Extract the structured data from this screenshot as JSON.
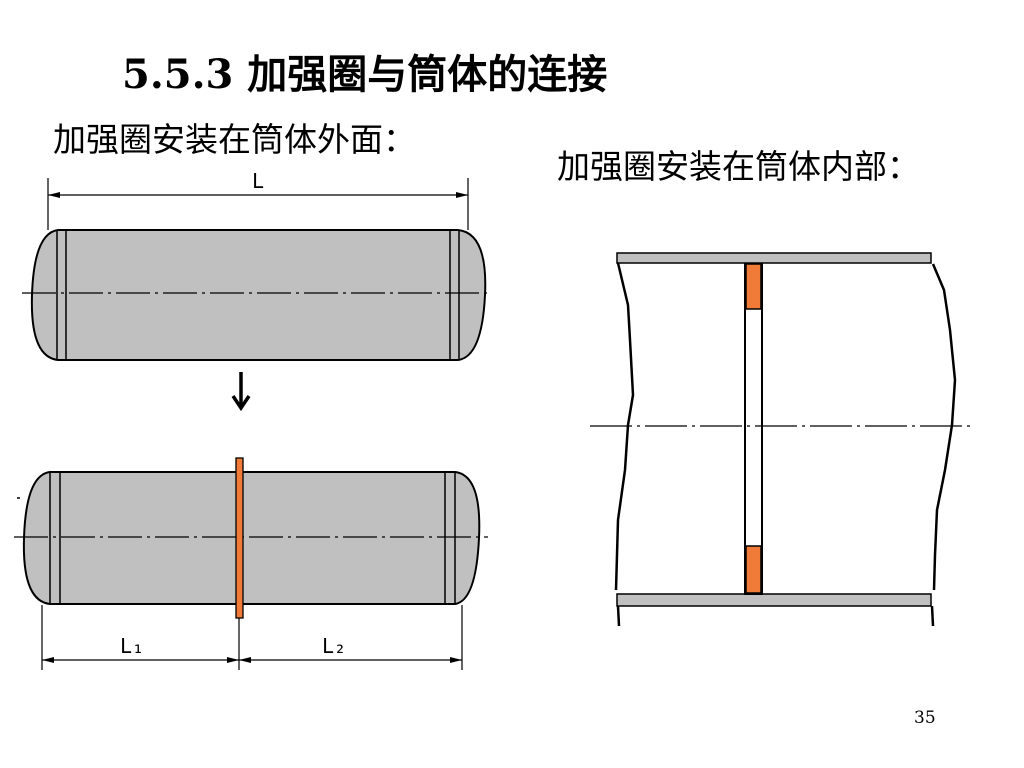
{
  "slide": {
    "title": "5.5.3  加强圈与筒体的连接",
    "caption_outside": "加强圈安装在筒体外面：",
    "caption_inside": "加强圈安装在筒体内部：",
    "page_number": "35"
  },
  "diagram": {
    "vessel_top": {
      "dimension_label": "L"
    },
    "vessel_bottom": {
      "dimension_labels": [
        "L₁",
        "L₂"
      ]
    },
    "arrow": "↓",
    "colors": {
      "shell_fill": "#c0c0c0",
      "ring_fill": "#f07a38",
      "line": "#000000"
    }
  }
}
